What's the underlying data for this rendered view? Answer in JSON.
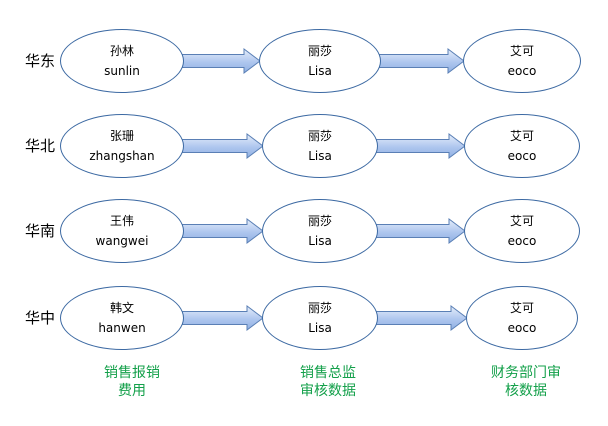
{
  "rows": [
    {
      "region": "华东",
      "nodes": [
        {
          "name": "孙林",
          "id": "sunlin"
        },
        {
          "name": "丽莎",
          "id": "Lisa"
        },
        {
          "name": "艾可",
          "id": "eoco"
        }
      ]
    },
    {
      "region": "华北",
      "nodes": [
        {
          "name": "张珊",
          "id": "zhangshan"
        },
        {
          "name": "丽莎",
          "id": "Lisa"
        },
        {
          "name": "艾可",
          "id": "eoco"
        }
      ]
    },
    {
      "region": "华南",
      "nodes": [
        {
          "name": "王伟",
          "id": "wangwei"
        },
        {
          "name": "丽莎",
          "id": "Lisa"
        },
        {
          "name": "艾可",
          "id": "eoco"
        }
      ]
    },
    {
      "region": "华中",
      "nodes": [
        {
          "name": "韩文",
          "id": "hanwen"
        },
        {
          "name": "丽莎",
          "id": "Lisa"
        },
        {
          "name": "艾可",
          "id": "eoco"
        }
      ]
    }
  ],
  "stages": [
    {
      "line1": "销售报销",
      "line2": "费用"
    },
    {
      "line1": "销售总监",
      "line2": "审核数据"
    },
    {
      "line1": "财务部门审",
      "line2": "核数据"
    }
  ],
  "colors": {
    "node_border": "#3d6aa3",
    "arrow_fill_light": "#e6eefb",
    "arrow_fill_dark": "#8fb0e3",
    "arrow_border": "#5a7fb5",
    "stage_text": "#13a04a"
  }
}
